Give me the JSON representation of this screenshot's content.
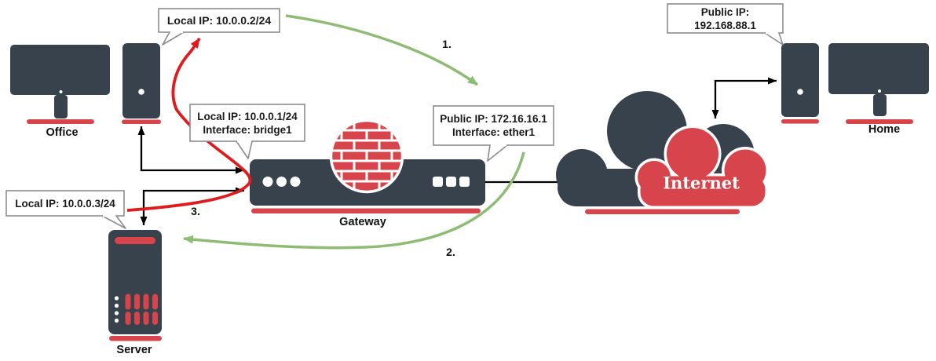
{
  "diagram": {
    "callouts": {
      "office_pc": {
        "text": "Local IP: 10.0.0.2/24"
      },
      "gateway_lan": {
        "line1": "Local IP: 10.0.0.1/24",
        "line2": "Interface: bridge1"
      },
      "gateway_wan": {
        "line1": "Public IP: 172.16.16.1",
        "line2": "Interface: ether1"
      },
      "home_pc": {
        "line1": "Public IP:",
        "line2": "192.168.88.1"
      },
      "server": {
        "text": "Local IP: 10.0.0.3/24"
      }
    },
    "node_labels": {
      "office": "Office",
      "gateway": "Gateway",
      "server": "Server",
      "internet": "Internet",
      "home": "Home"
    },
    "flow_steps": {
      "step1": "1.",
      "step2": "2.",
      "step3": "3."
    },
    "colors": {
      "device_dark": "#37424D",
      "accent_red": "#D7444B",
      "arrow_red": "#E01B1D",
      "arrow_green": "#8FBC74",
      "connector_black": "#000000",
      "callout_border": "#8C8C8C",
      "canvas_bg": "#FFFFFF"
    }
  }
}
